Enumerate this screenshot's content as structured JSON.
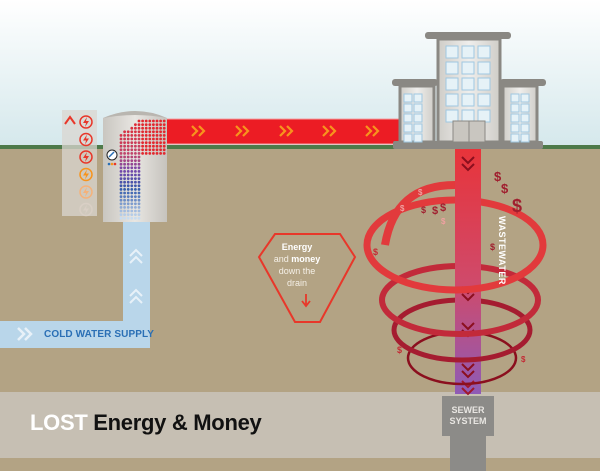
{
  "title": "LOST Energy & Money",
  "title_parts": {
    "lost": "LOST",
    "rest": "Energy & Money"
  },
  "cold_water_label": "COLD WATER SUPPLY",
  "wastewater_label": "WASTEWATER",
  "sewer_label": {
    "line1": "SEWER",
    "line2": "SYSTEM"
  },
  "callout": {
    "bold1": "Energy",
    "mid1": "and ",
    "bold2": "money",
    "mid2": "down the",
    "mid3": "drain"
  },
  "energy_meter": {
    "levels": 6,
    "icon": "lightning-bolt-icon"
  },
  "dollar_symbol": "$",
  "colors": {
    "sky_top": "#ffffff",
    "sky_bottom": "#dcecef",
    "ground": "#b3a384",
    "grass": "#4e7a4a",
    "hot_pipe": "#ec1c24",
    "chevron": "#f7941d",
    "cold_pipe": "#b9d6ea",
    "cold_text": "#2a6fb5",
    "building": "#8a8883",
    "sewer": "#8c8b88",
    "bottom_band": "#c6bfb3",
    "spiral_light": "#e83a3a",
    "spiral_dark": "#8b0f1e"
  }
}
